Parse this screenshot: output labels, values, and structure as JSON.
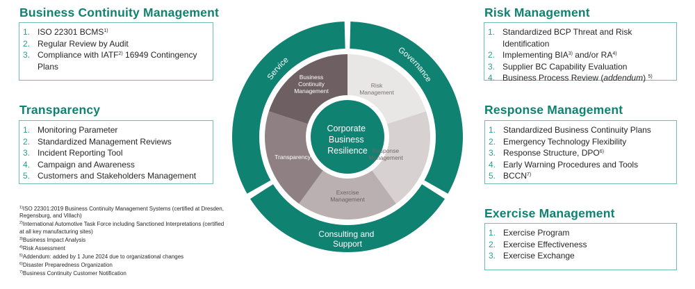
{
  "sections": {
    "bcm": {
      "title": "Business Continuity Management",
      "items": [
        {
          "num": "1.",
          "text": "ISO 22301 BCMS",
          "sup": "1)"
        },
        {
          "num": "2.",
          "text": "Regular Review by Audit",
          "sup": ""
        },
        {
          "num": "3.",
          "text": "Compliance with IATF",
          "sup": "2)",
          "text_after": " 16949 Contingency Plans"
        }
      ]
    },
    "transparency": {
      "title": "Transparency",
      "items": [
        {
          "num": "1.",
          "text": "Monitoring Parameter"
        },
        {
          "num": "2.",
          "text": "Standardized Management Reviews"
        },
        {
          "num": "3.",
          "text": "Incident Reporting Tool"
        },
        {
          "num": "4.",
          "text": "Campaign and Awareness"
        },
        {
          "num": "5.",
          "text": "Customers and Stakeholders Management"
        }
      ]
    },
    "risk": {
      "title": "Risk Management",
      "items": [
        {
          "num": "1.",
          "text": "Standardized BCP Threat and Risk Identification"
        },
        {
          "num": "2.",
          "text": "Implementing BIA",
          "sup": "3)",
          "text_mid": " and/or RA",
          "sup2": "4)"
        },
        {
          "num": "3.",
          "text": "Supplier BC Capability Evaluation"
        },
        {
          "num": "4.",
          "text": "Business Process Review (",
          "italic": "addendum",
          "text_after": ") ",
          "sup": "5)"
        }
      ]
    },
    "response": {
      "title": "Response Management",
      "items": [
        {
          "num": "1.",
          "text": "Standardized Business Continuity Plans"
        },
        {
          "num": "2.",
          "text": "Emergency Technology Flexibility"
        },
        {
          "num": "3.",
          "text": "Response Structure, DPO",
          "sup": "6)"
        },
        {
          "num": "4.",
          "text": "Early Warning Procedures and Tools"
        },
        {
          "num": "5.",
          "text": "BCCN",
          "sup": "7)"
        }
      ]
    },
    "exercise": {
      "title": "Exercise Management",
      "items": [
        {
          "num": "1.",
          "text": "Exercise Program"
        },
        {
          "num": "2.",
          "text": "Exercise Effectiveness"
        },
        {
          "num": "3.",
          "text": "Exercise Exchange"
        }
      ]
    }
  },
  "footnotes": [
    {
      "mark": "1)",
      "text": "ISO 22301:2019 Business Continuity Management Systems (certified at Dresden, Regensburg, and Villach)"
    },
    {
      "mark": "2)",
      "text": "International Automotive Task Force including Sanctioned Interpretations (certified at all key manufacturing sites)"
    },
    {
      "mark": "3)",
      "text": "Business Impact Analysis"
    },
    {
      "mark": "4)",
      "text": "Risk Assessment"
    },
    {
      "mark": "5)",
      "text": "Addendum: added by 1 June 2024 due to organizational changes"
    },
    {
      "mark": "6)",
      "text": "Disaster Preparedness Organization"
    },
    {
      "mark": "7)",
      "text": "Business Continuity Customer Notification"
    }
  ],
  "diagram": {
    "center": {
      "lines": [
        "Corporate",
        "Business",
        "Resilience"
      ],
      "color": "#0f8271"
    },
    "outer_ring": [
      {
        "id": "service",
        "label": "Service"
      },
      {
        "id": "governance",
        "label": "Governance"
      },
      {
        "id": "consulting",
        "label_lines": [
          "Consulting and",
          "Support"
        ]
      }
    ],
    "wedges": [
      {
        "id": "bcm",
        "lines": [
          "Business",
          "Continuity",
          "Management"
        ],
        "color": "#6e5f62",
        "text_color": "#ffffff"
      },
      {
        "id": "risk",
        "lines": [
          "Risk",
          "Management"
        ],
        "color": "#e9e6e6",
        "text_color": "#7a7072"
      },
      {
        "id": "response",
        "lines": [
          "Response",
          "Management"
        ],
        "color": "#d7d1d1",
        "text_color": "#6f6668"
      },
      {
        "id": "exercise",
        "lines": [
          "Exercise",
          "Management"
        ],
        "color": "#bab0b1",
        "text_color": "#6a6062"
      },
      {
        "id": "transparency",
        "lines": [
          "Transparency"
        ],
        "color": "#8e8083",
        "text_color": "#ffffff"
      }
    ],
    "ring_color": "#0f8271"
  }
}
